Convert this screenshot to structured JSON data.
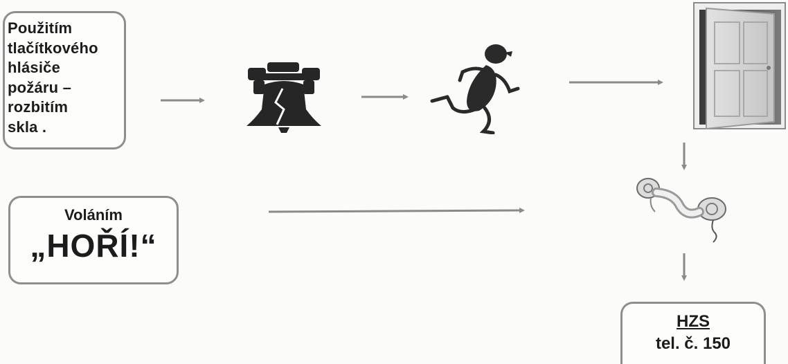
{
  "glass_box": {
    "text": "Použitím\ntlačítkového\nhlásiče\npožáru –\nrozbitím\nskla ."
  },
  "shout_box": {
    "line1": "Voláním",
    "line2": "„HOŘÍ!“"
  },
  "hzs_box": {
    "name": "HZS",
    "phone": "tel. č. 150"
  },
  "icons": [
    "fire-alarm-bell-icon",
    "running-person-icon",
    "open-door-icon",
    "telephone-handset-icon"
  ],
  "colors": {
    "border": "#8e8e8e",
    "arrow": "#8a8a8a",
    "icon_dark": "#262626"
  }
}
